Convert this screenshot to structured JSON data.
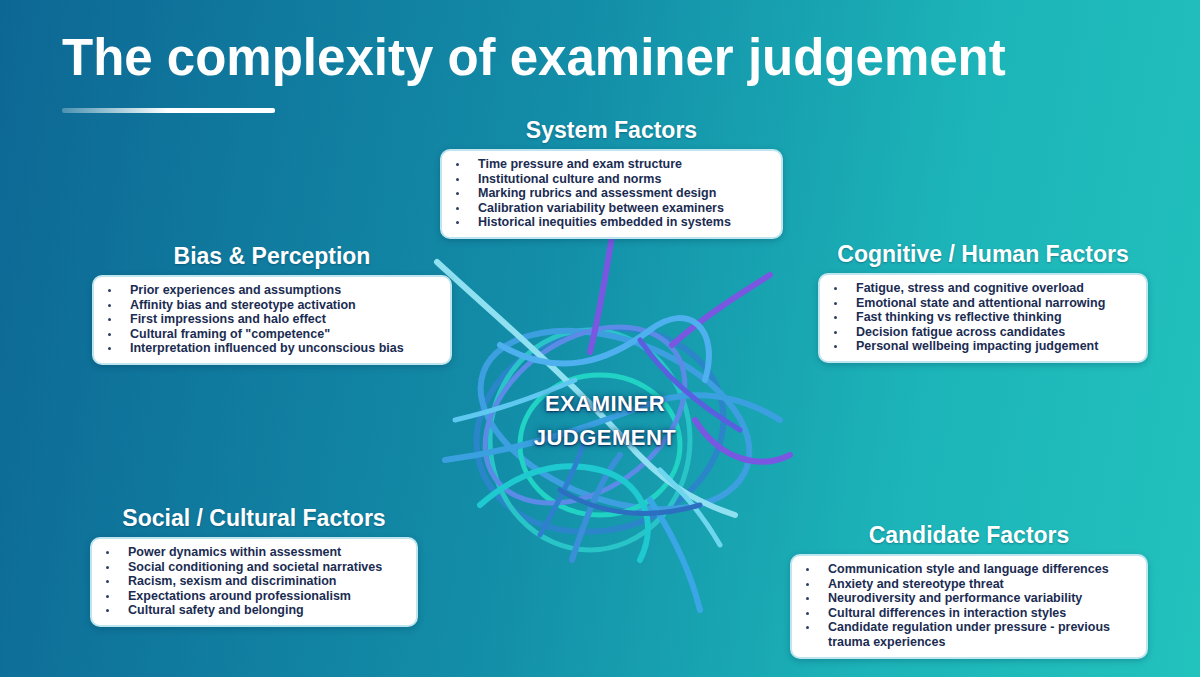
{
  "diagram": {
    "title": "The complexity of examiner judgement",
    "nodes": [
      {
        "text": [
          "System Factors",
          "Time pressure and exam structure",
          "Institutional culture and norms",
          "Marking rubrics and assessment design",
          "Calibration variability between examiners",
          "Historical inequities embedded in systems"
        ]
      },
      {
        "text": [
          "Bias & Perception",
          "Prior experiences and assumptions",
          "Affinity bias and stereotype activation",
          "First impressions and halo effect",
          "Cultural framing of \"competence\"",
          "Interpretation influenced by unconscious bias"
        ]
      },
      {
        "text": [
          "Cognitive / Human Factors",
          "Fatigue, stress and cognitive overload",
          "Emotional state and attentional narrowing",
          "Fast thinking vs reflective thinking",
          "Decision fatigue across candidates",
          "Personal wellbeing impacting judgement"
        ]
      },
      {
        "text": [
          "Social / Cultural Factors",
          "Power dynamics within assessment",
          "Social conditioning and societal narratives",
          "Racism, sexism and discrimination",
          "Expectations around professionalism",
          "Cultural safety and belonging"
        ]
      },
      {
        "text": [
          "Candidate Factors",
          "Communication style and language differences",
          "Anxiety and stereotype threat",
          "Neurodiversity and performance variability",
          "Cultural differences in interaction styles",
          "Candidate regulation under pressure - previous trauma experiences"
        ]
      }
    ],
    "labels": [
      "EXAMINER JUDGEMENT"
    ]
  }
}
